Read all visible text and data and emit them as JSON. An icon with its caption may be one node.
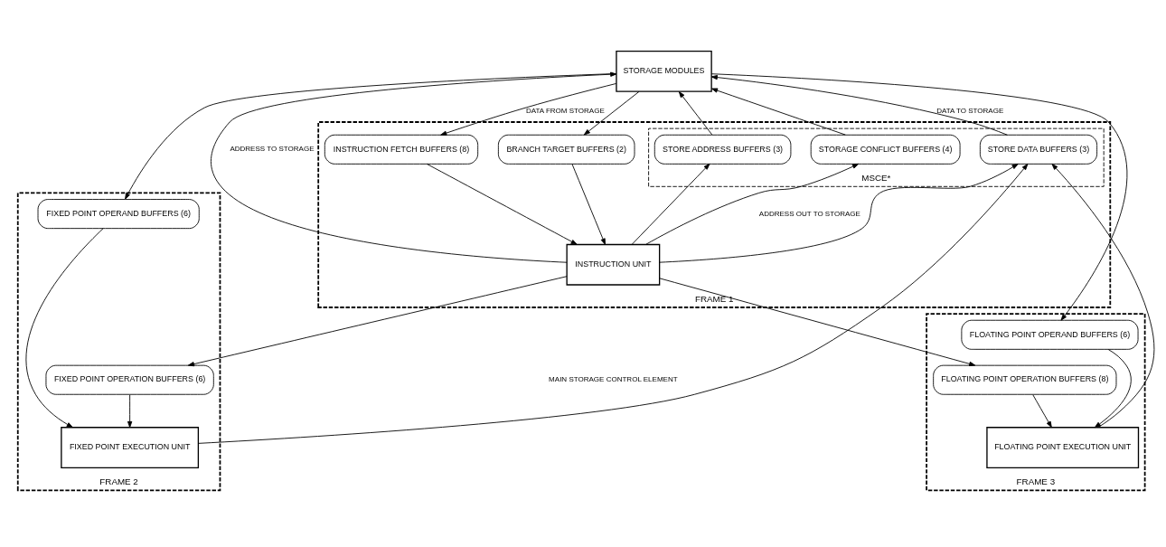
{
  "diagram": {
    "nodes": [
      {
        "text": [
          "STORAGE MODULES"
        ]
      },
      {
        "text": [
          "FRAME 1"
        ]
      },
      {
        "text": [
          "MSCE*"
        ],
        "in": 1
      },
      {
        "text": [
          "INSTRUCTION FETCH BUFFERS (8)"
        ],
        "in": 1
      },
      {
        "text": [
          "BRANCH TARGET BUFFERS (2)"
        ],
        "in": 1
      },
      {
        "text": [
          "STORAGE CONFLICT BUFFERS (4)"
        ],
        "in": 2
      },
      {
        "text": [
          "STORE ADDRESS BUFFERS (3)"
        ],
        "in": 2
      },
      {
        "text": [
          "STORE DATA BUFFERS (3)"
        ],
        "in": 2
      },
      {
        "text": [
          "INSTRUCTION UNIT"
        ],
        "in": 1
      },
      {
        "text": [
          "FRAME 2"
        ]
      },
      {
        "text": [
          "FIXED POINT OPERATION BUFFERS (6)"
        ],
        "in": 9
      },
      {
        "text": [
          "FIXED POINT OPERAND BUFFERS (6)"
        ],
        "in": 9
      },
      {
        "text": [
          "FIXED POINT EXECUTION UNIT"
        ],
        "in": 9
      },
      {
        "text": [
          "FRAME 3"
        ]
      },
      {
        "text": [
          "FLOATING POINT OPERATION BUFFERS (8)"
        ],
        "in": 13
      },
      {
        "text": [
          "FLOATING POINT OPERAND BUFFERS (6)"
        ],
        "in": 13
      },
      {
        "text": [
          "FLOATING POINT EXECUTION UNIT"
        ],
        "in": 13
      }
    ],
    "edges": [
      {
        "from": 0,
        "to": 3,
        "arrow": "to",
        "label": "DATA FROM STORAGE"
      },
      {
        "from": 0,
        "to": 4,
        "arrow": "to"
      },
      {
        "from": 0,
        "to": 11,
        "arrow": "to"
      },
      {
        "from": 0,
        "to": 15,
        "arrow": "to"
      },
      {
        "from": 8,
        "to": 0,
        "arrow": "to",
        "label": "ADDRESS TO STORAGE"
      },
      {
        "from": 5,
        "to": 0,
        "arrow": "to"
      },
      {
        "from": 6,
        "to": 0,
        "arrow": "to"
      },
      {
        "from": 7,
        "to": 0,
        "arrow": "to",
        "label": "DATA TO STORAGE"
      },
      {
        "from": 8,
        "to": 5,
        "arrow": "to",
        "label": "ADDRESS OUT TO STORAGE"
      },
      {
        "from": 8,
        "to": 6,
        "arrow": "to"
      },
      {
        "from": 3,
        "to": 8,
        "arrow": "to"
      },
      {
        "from": 4,
        "to": 8,
        "arrow": "to"
      },
      {
        "from": 8,
        "to": 10,
        "arrow": "to"
      },
      {
        "from": 8,
        "to": 14,
        "arrow": "to"
      },
      {
        "from": 8,
        "to": 7,
        "arrow": "to"
      },
      {
        "from": 12,
        "to": 7,
        "arrow": "to"
      },
      {
        "from": 16,
        "to": 7,
        "arrow": "to"
      },
      {
        "from": 10,
        "to": 12,
        "arrow": "to"
      },
      {
        "from": 11,
        "to": 12,
        "arrow": "to"
      },
      {
        "from": 14,
        "to": 16,
        "arrow": "to"
      },
      {
        "from": 15,
        "to": 16,
        "arrow": "to"
      }
    ],
    "labels": [
      "MAIN STORAGE CONTROL ELEMENT"
    ]
  }
}
